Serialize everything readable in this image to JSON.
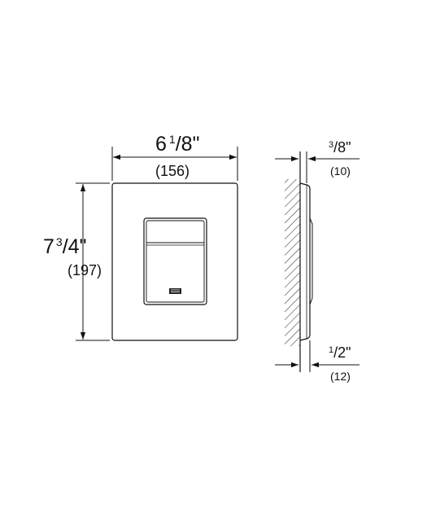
{
  "dimensions": {
    "width": {
      "whole": "6",
      "numerator": "1",
      "denominator": "/8",
      "inch_mark": "\"",
      "metric": "(156)"
    },
    "height": {
      "whole": "7",
      "numerator": "3",
      "denominator": "/4",
      "inch_mark": "\"",
      "metric": "(197)"
    },
    "plate_thickness": {
      "numerator": "3",
      "denominator": "/8",
      "inch_mark": "\"",
      "metric": "(10)"
    },
    "projection": {
      "numerator": "1",
      "denominator": "/2",
      "inch_mark": "\"",
      "metric": "(12)"
    }
  }
}
